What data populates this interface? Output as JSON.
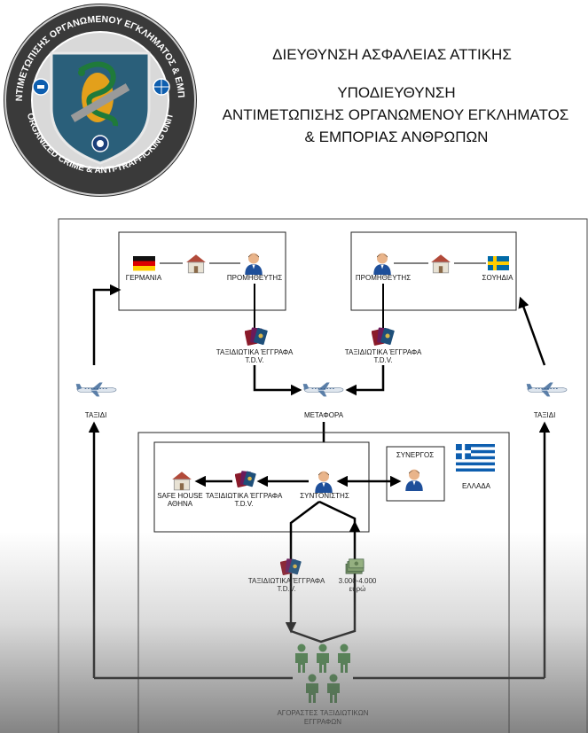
{
  "header": {
    "line1": "ΔΙΕΥΘΥΝΣΗ ΑΣΦΑΛΕΙΑΣ ΑΤΤΙΚΗΣ",
    "line2": "ΥΠΟΔΙΕΥΘΥΝΣΗ",
    "line3": "ΑΝΤΙΜΕΤΩΠΙΣΗΣ ΟΡΓΑΝΩΜΕΝΟΥ ΕΓΚΛΗΜΑΤΟΣ",
    "line4": "& ΕΜΠΟΡΙΑΣ ΑΝΘΡΩΠΩΝ"
  },
  "logo": {
    "ring_top_text": "ΥΠΟΔΙΕΥΘΥΝΣΗ ΑΝΤΙΜΕΤΩΠΙΣΗΣ ΟΡΓΑΝΩΜΕΝΟΥ ΕΓΚΛΗΜΑΤΟΣ & ΕΜΠΟΡΙΑΣ ΑΝΘΡΩΠΩΝ",
    "ring_bottom_text": "ORGANIZED CRIME & ANTI-TRAFFICKING UNIT"
  },
  "diagram": {
    "germany": "ΓΕΡΜΑΝΙΑ",
    "supplier_left": "ΠΡΟΜΗΘΕΥΤΗΣ",
    "supplier_right": "ΠΡΟΜΗΘΕΥΤΗΣ",
    "sweden": "ΣΟΥΗΔΙΑ",
    "travel_docs": "ΤΑΞΙΔΙΩΤΙΚΑ ΈΓΓΡΑΦΑ",
    "tdv": "Τ.D.V.",
    "trip_left": "ΤΑΞΙΔΙ",
    "trip_right": "ΤΑΞΙΔΙ",
    "transport": "ΜΕΤΑΦΟΡΑ",
    "accomplice": "ΣΥΝΕΡΓΟΣ",
    "greece": "ΕΛΛΑΔΑ",
    "safe_house_1": "SAFE HOUSE",
    "safe_house_2": "ΑΘΗΝΑ",
    "coordinator": "ΣΥΝΤΟΝΙΣΤΗΣ",
    "price": "3.000-4.000",
    "currency": "ευρώ",
    "buyers_1": "ΑΓΟΡΑΣΤΕΣ ΤΑΞΙΔΙΩΤΙΚΩΝ",
    "buyers_2": "ΕΓΓΡΑΦΩΝ"
  },
  "colors": {
    "greek_blue": "#0d5eaf",
    "swedish_blue": "#006aa7",
    "swedish_yellow": "#fecc00",
    "buyer_green": "#3d8a3d",
    "shield_teal": "#2a5f7a"
  }
}
